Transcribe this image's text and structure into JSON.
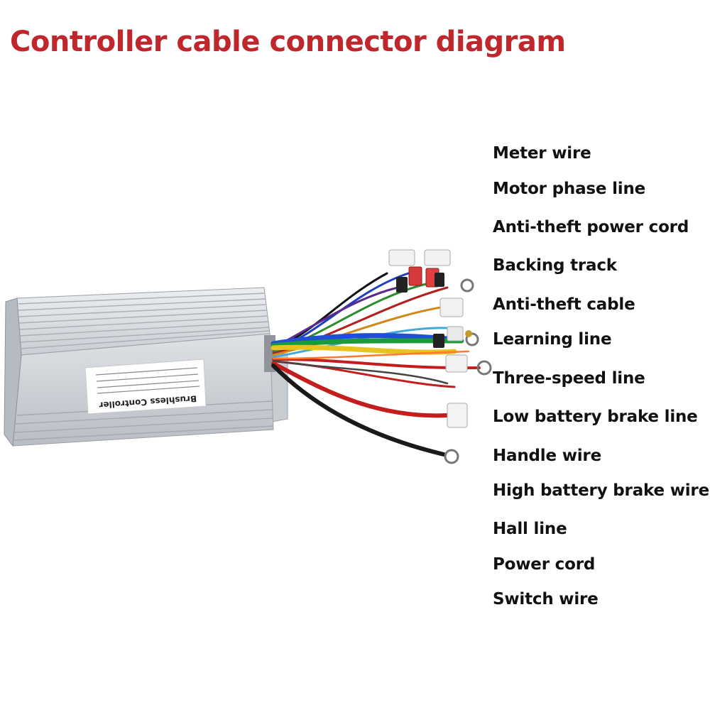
{
  "title": "Controller cable connector diagram",
  "title_color": "#c0272d",
  "controller": {
    "label_line1": "Brushless Controller",
    "icon": "brushless-controller-box"
  },
  "labels": [
    "Meter wire",
    "Motor phase line",
    "Anti-theft power cord",
    "Backing track",
    "Anti-theft cable",
    "Learning line",
    "Three-speed line",
    "Low battery brake line",
    "Handle wire",
    "High battery brake wire",
    "Hall line",
    "Power cord",
    "Switch wire"
  ]
}
